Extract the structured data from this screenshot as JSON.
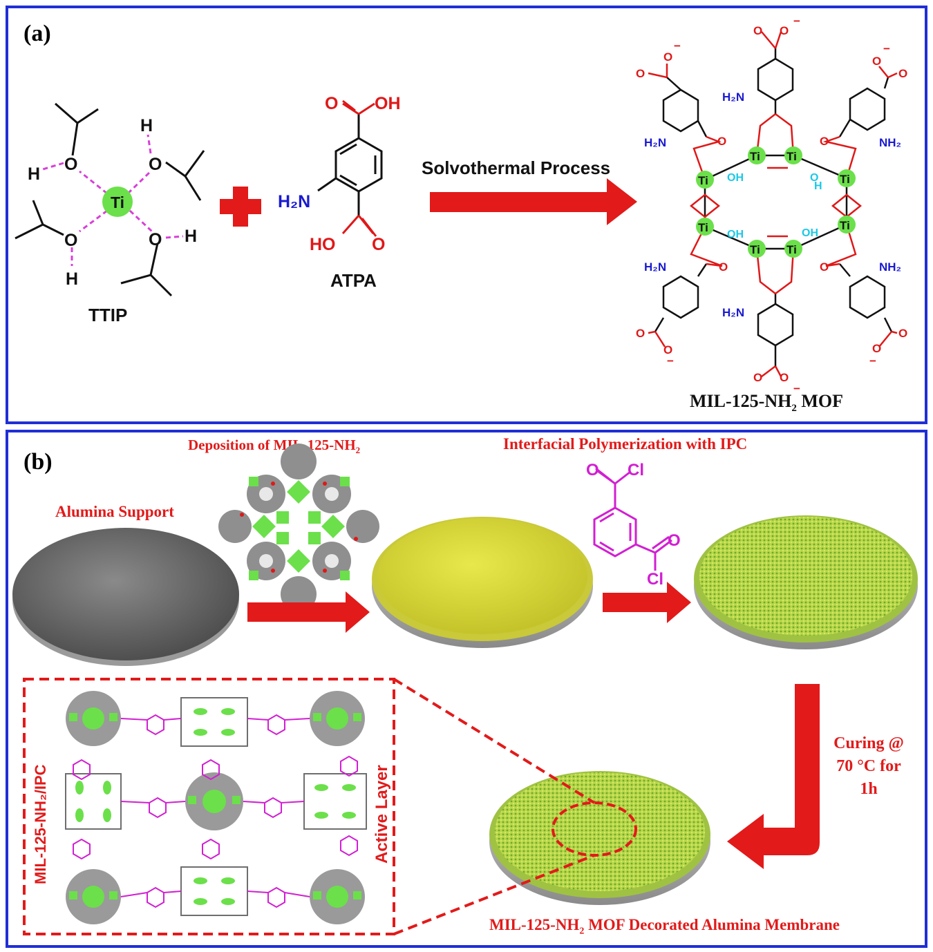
{
  "panel_a": {
    "label": "(a)",
    "ttip": {
      "caption": "TTIP",
      "ti": "Ti",
      "o": "O",
      "h": "H"
    },
    "atpa": {
      "caption": "ATPA",
      "oh": "OH",
      "ho": "HO",
      "o": "O",
      "amine": "H₂N"
    },
    "process_label": "Solvothermal Process",
    "mof": {
      "caption_main": "MIL-125-NH",
      "caption_sub": "2",
      "caption_tail": "MOF",
      "ti": "Ti",
      "o": "O",
      "oh": "OH",
      "h": "H",
      "nh2": "NH₂",
      "h2n": "H₂N",
      "minus": "−"
    }
  },
  "panel_b": {
    "label": "(b)",
    "alumina_support": "Alumina Support",
    "deposition_main": "Deposition of MIL-125-NH",
    "deposition_sub": "2",
    "interfacial": "Interfacial Polymerization with IPC",
    "ipc": {
      "o": "O",
      "cl": "Cl"
    },
    "curing_line1": "Curing @",
    "curing_line2": "70 °C for",
    "curing_line3": "1h",
    "membrane_main": "MIL-125-NH",
    "membrane_sub": "2",
    "membrane_tail": " MOF Decorated Alumina Membrane",
    "inset_left_label": "MIL-125-NH₂/IPC",
    "inset_right_label": "Active Layer"
  },
  "colors": {
    "border_blue": "#1f2fd6",
    "arrow_red": "#e21a1a",
    "oxygen_red": "#e01818",
    "nitrogen_blue": "#1a1ad0",
    "ti_green": "#6be04a",
    "hydroxyl_cyan": "#19c9e6",
    "ipc_magenta": "#d21fd2",
    "support_gray": "#6f6f6f",
    "membrane_yellow": "#d9dc3a",
    "membrane_green": "#a9d64a"
  }
}
